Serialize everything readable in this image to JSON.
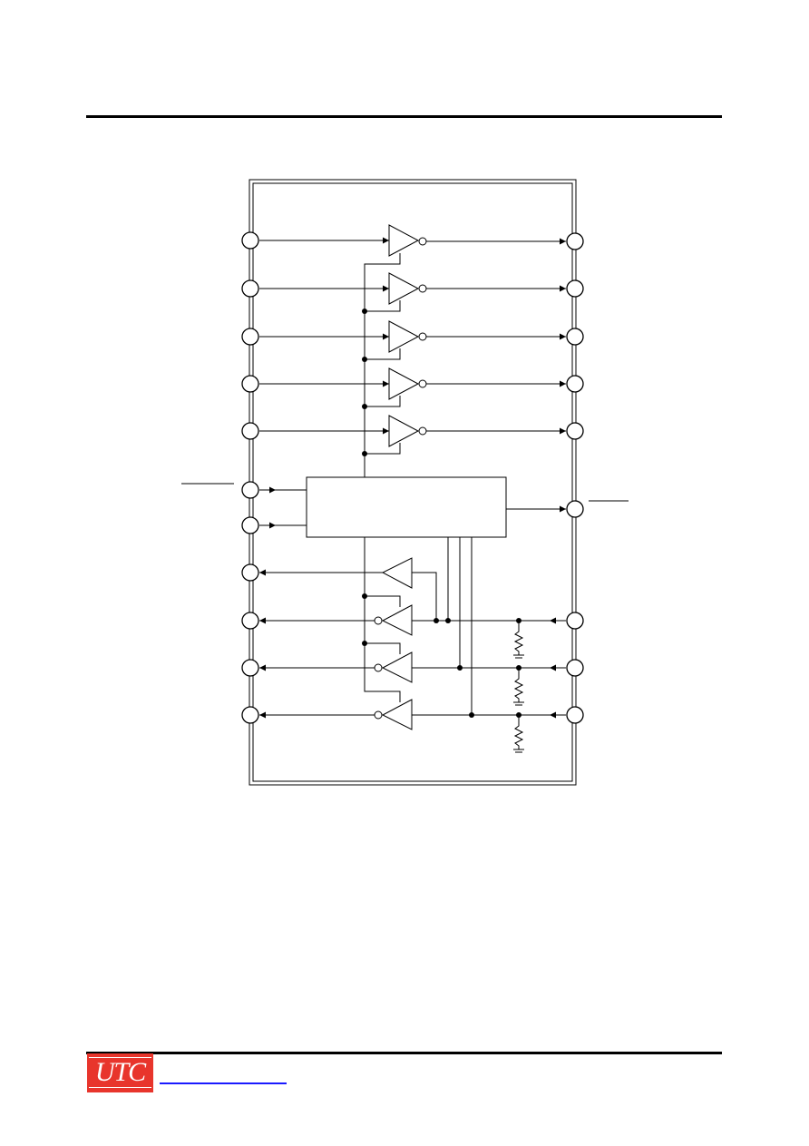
{
  "logo": {
    "text": "UTC",
    "color": "#e8352c"
  },
  "diagram": {
    "style": {
      "stroke": "#000000",
      "background": "#ffffff"
    },
    "input_inverters": 5,
    "output_buffers": 4,
    "pull_down_resistors": 3
  },
  "footer": {
    "link_color": "#1a1aff"
  }
}
